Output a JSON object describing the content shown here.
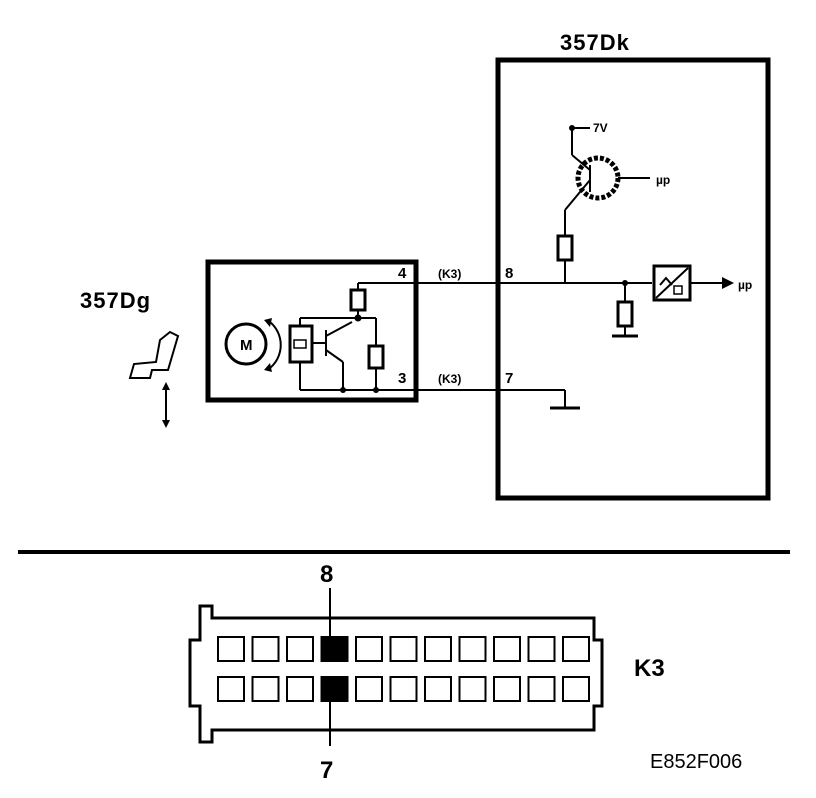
{
  "labels": {
    "module_dk": "357Dk",
    "module_dg": "357Dg",
    "supply": "7V",
    "up_top": "µp",
    "up_right": "µp",
    "motor": "M",
    "pin_4": "4",
    "pin_3": "3",
    "pin_8": "8",
    "pin_7": "7",
    "wire_k3_top": "(K3)",
    "wire_k3_bottom": "(K3)",
    "connector_pin_top": "8",
    "connector_pin_bottom": "7",
    "connector_name": "K3",
    "figure_code": "E852F006"
  },
  "connector": {
    "rows": 2,
    "cells_per_row": 11,
    "highlighted_top_row_index": 3,
    "highlighted_bottom_row_index": 3
  }
}
